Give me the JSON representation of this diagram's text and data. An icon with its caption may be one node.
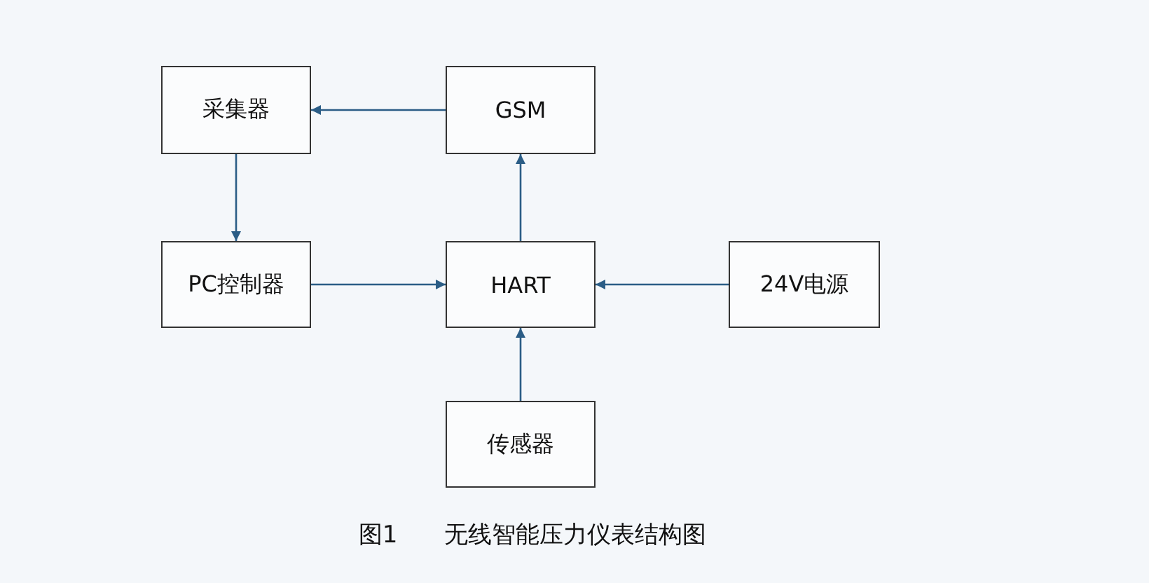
{
  "diagram": {
    "caption": "图1 无线智能压力仪表结构图",
    "nodes": [
      {
        "text": [
          "采集器"
        ]
      },
      {
        "text": [
          "GSM"
        ]
      },
      {
        "text": [
          "PC控制器"
        ]
      },
      {
        "text": [
          "HART"
        ]
      },
      {
        "text": [
          "24V电源"
        ]
      },
      {
        "text": [
          "传感器"
        ]
      }
    ],
    "edges": [
      {
        "from": 1,
        "to": 0,
        "arrow": "to"
      },
      {
        "from": 0,
        "to": 2,
        "arrow": "to"
      },
      {
        "from": 2,
        "to": 3,
        "arrow": "to"
      },
      {
        "from": 3,
        "to": 1,
        "arrow": "to"
      },
      {
        "from": 4,
        "to": 3,
        "arrow": "to"
      },
      {
        "from": 5,
        "to": 3,
        "arrow": "to"
      }
    ]
  }
}
